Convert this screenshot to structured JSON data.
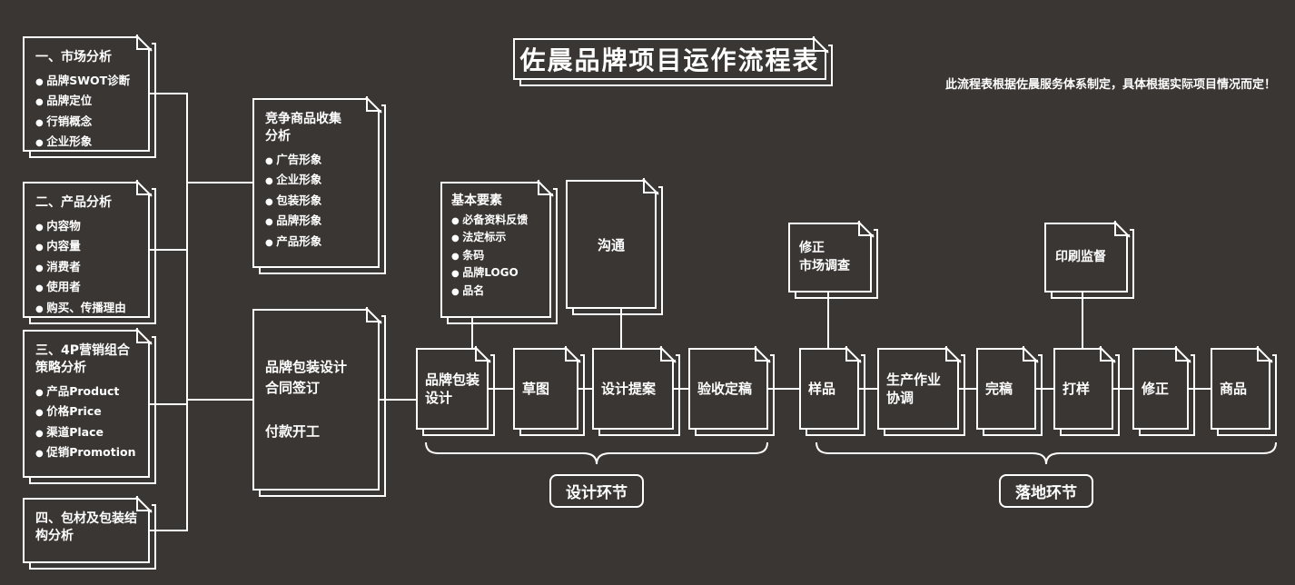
{
  "colors": {
    "background": "#3a3633",
    "line": "#ffffff",
    "text": "#ffffff"
  },
  "header": {
    "title": "佐晨品牌项目运作流程表",
    "note": "此流程表根据佐晨服务体系制定，具体根据实际项目情况而定！"
  },
  "left_boxes": [
    {
      "title": "一、市场分析",
      "items": [
        "品牌SWOT诊断",
        "品牌定位",
        "行销概念",
        "企业形象"
      ]
    },
    {
      "title": "二、产品分析",
      "items": [
        "内容物",
        "内容量",
        "消费者",
        "使用者",
        "购买、传播理由"
      ]
    },
    {
      "title": "三、4P营销组合策略分析",
      "items": [
        "产品Product",
        "价格Price",
        "渠道Place",
        "促销Promotion"
      ]
    },
    {
      "title": "四、包材及包装结构分析",
      "items": []
    }
  ],
  "middle_boxes": {
    "competition": {
      "title": "竞争商品收集分析",
      "items": [
        "广告形象",
        "企业形象",
        "包装形象",
        "品牌形象",
        "产品形象"
      ]
    },
    "contract": {
      "lines": [
        "品牌包装设计",
        "合同签订",
        "付款开工"
      ]
    }
  },
  "upper_boxes": {
    "elements": {
      "title": "基本要素",
      "items": [
        "必备资料反馈",
        "法定标示",
        "条码",
        "品牌LOGO",
        "品名"
      ]
    },
    "communication": {
      "label": "沟通"
    },
    "revision_survey": {
      "lines": [
        "修正",
        "市场调查"
      ]
    },
    "print_supervision": {
      "label": "印刷监督"
    }
  },
  "flow": [
    "品牌包装设计",
    "草图",
    "设计提案",
    "验收定稿",
    "样品",
    "生产作业协调",
    "完稿",
    "打样",
    "修正",
    "商品"
  ],
  "phases": {
    "design": "设计环节",
    "landing": "落地环节"
  }
}
